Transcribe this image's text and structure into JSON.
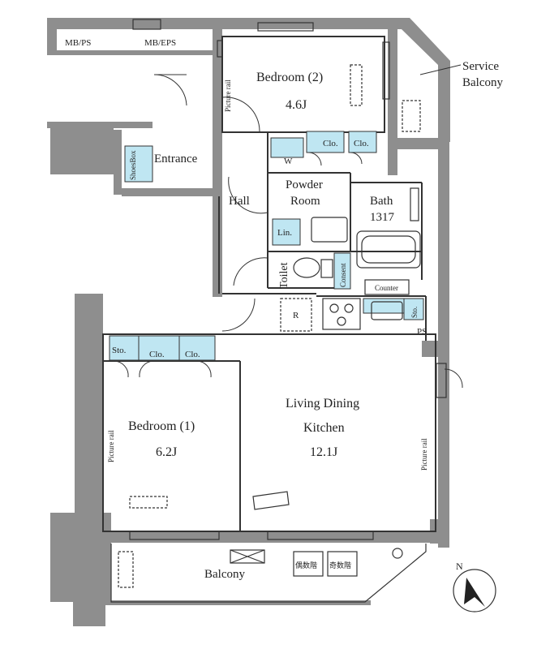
{
  "labels": {
    "mb_ps": "MB/PS",
    "mb_eps": "MB/EPS",
    "service_balcony_1": "Service",
    "service_balcony_2": "Balcony",
    "bedroom2": "Bedroom (2)",
    "bedroom2_area": "4.6J",
    "picture_rail": "Picture rail",
    "clo": "Clo.",
    "w": "W",
    "entrance": "Entrance",
    "shoes_box": "ShoesBox",
    "hall": "Hall",
    "powder_1": "Powder",
    "powder_2": "Room",
    "bath": "Bath",
    "bath_size": "1317",
    "lin": "Lin.",
    "toilet": "Toilet",
    "consent": "Consent",
    "counter": "Counter",
    "sto": "Sto.",
    "r": "R",
    "ps": "PS",
    "bedroom1": "Bedroom (1)",
    "bedroom1_area": "6.2J",
    "ldk_1": "Living Dining",
    "ldk_2": "Kitchen",
    "ldk_area": "12.1J",
    "balcony": "Balcony",
    "hatch_1": "偶数階",
    "hatch_2": "奇数階",
    "north": "N"
  },
  "colors": {
    "wall": "#8e8e8e",
    "wall_dark": "#6f6f6f",
    "storage": "#bfe6f2",
    "line": "#333333"
  }
}
